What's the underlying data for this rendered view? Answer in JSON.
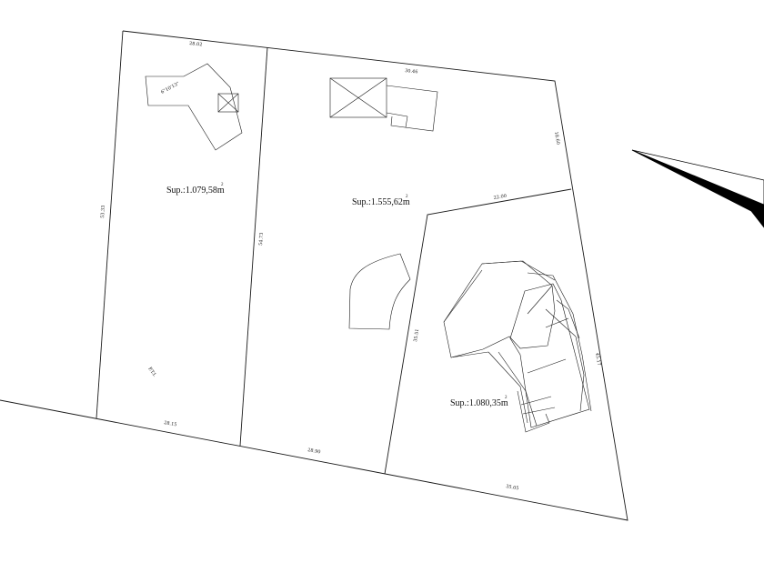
{
  "plots": {
    "left": {
      "area_label": "Sup.:1.079,58m",
      "superscript": "2"
    },
    "middle": {
      "area_label": "Sup.:1.555,62m",
      "superscript": "2"
    },
    "right": {
      "area_label": "Sup.:1.080,35m",
      "superscript": "2"
    }
  },
  "dimensions": {
    "left_top": "28.02",
    "middle_top": "30.46",
    "right_upper": "18.60",
    "inner_top": "22.00",
    "left_side": "53.33",
    "divider_1": "54.73",
    "inner_left": "35.51",
    "right_side": "45.17",
    "left_bottom": "28.15",
    "middle_bottom": "28.90",
    "right_bottom": "35.05"
  },
  "building_labels": {
    "house_note": "6\"10'13\"",
    "point_note": "P.T.I."
  },
  "north_arrow": {
    "icon": "north-arrow-icon"
  }
}
